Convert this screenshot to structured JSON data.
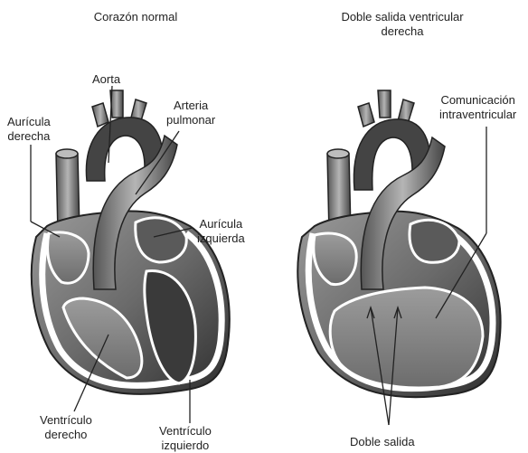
{
  "left_panel": {
    "title": "Corazón normal",
    "labels": {
      "aorta": "Aorta",
      "right_atrium_1": "Aurícula",
      "right_atrium_2": "derecha",
      "pulmonary_1": "Arteria",
      "pulmonary_2": "pulmonar",
      "left_atrium_1": "Aurícula",
      "left_atrium_2": "izquierda",
      "right_ventricle_1": "Ventrículo",
      "right_ventricle_2": "derecho",
      "left_ventricle_1": "Ventrículo",
      "left_ventricle_2": "izquierdo"
    }
  },
  "right_panel": {
    "title_1": "Doble salida ventricular",
    "title_2": "derecha",
    "labels": {
      "vsd_1": "Comunicación",
      "vsd_2": "intraventricular",
      "double_outlet": "Doble salida"
    }
  }
}
